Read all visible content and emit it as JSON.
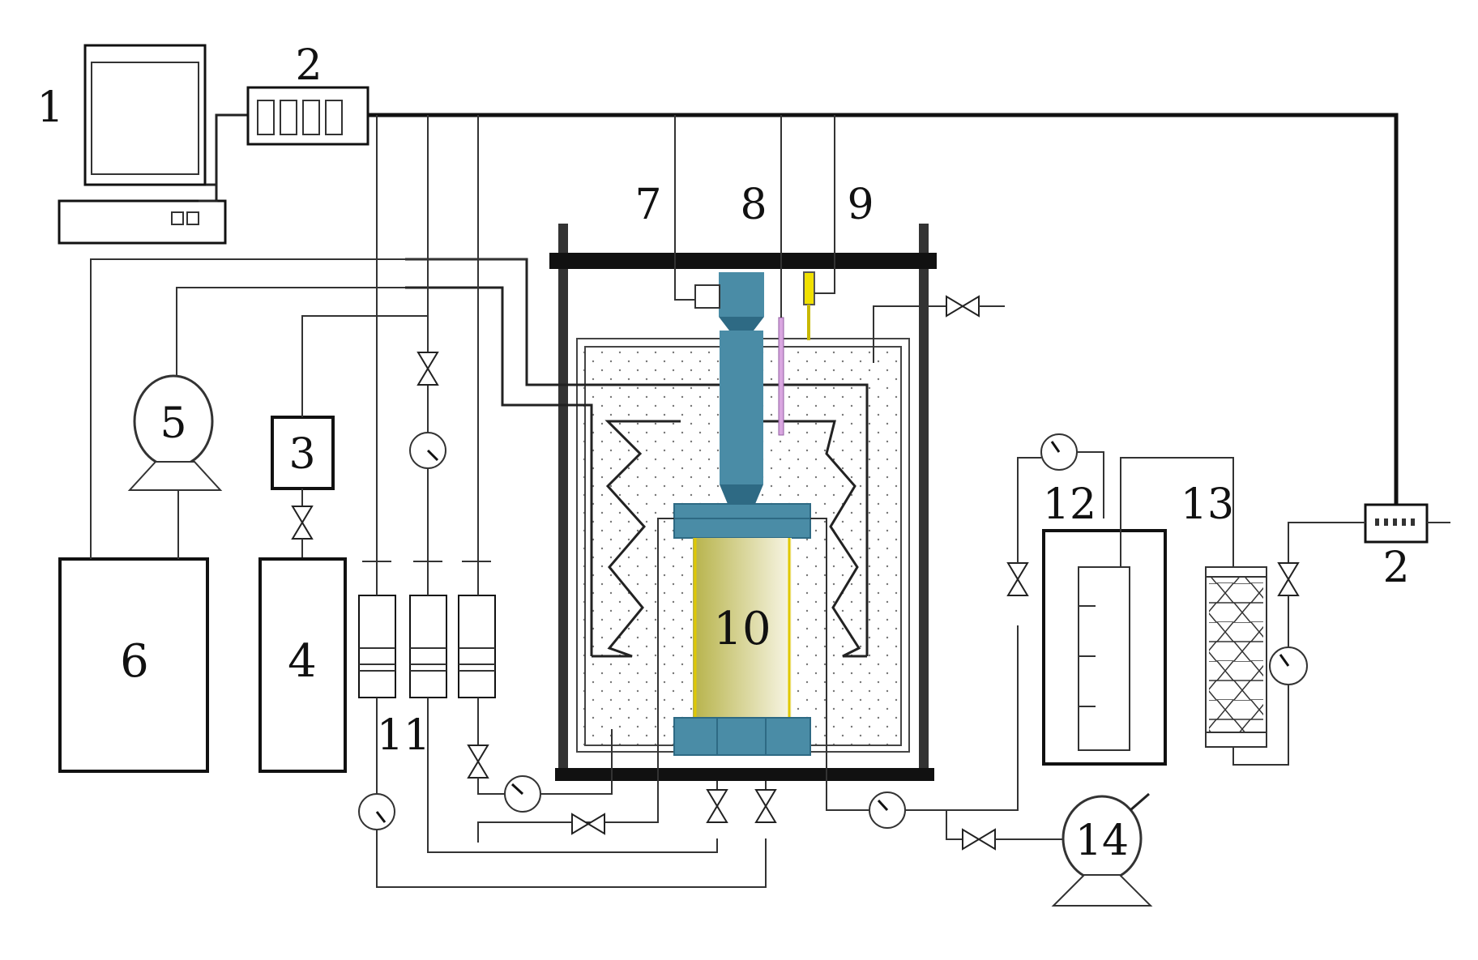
{
  "labels": {
    "computer": "1",
    "acquisition_left": "2",
    "acquisition_right": "2",
    "box3": "3",
    "box4": "4",
    "pump5": "5",
    "box6": "6",
    "sensor7": "7",
    "sensor8": "8",
    "sensor9": "9",
    "specimen10": "10",
    "cylinders11": "11",
    "cylinder12": "12",
    "filter13": "13",
    "pump14": "14"
  },
  "colors": {
    "piston": "#4a8ca6",
    "piston_dark": "#2e6a84",
    "specimen_light": "#f8f6e6",
    "specimen_dark": "#b7b34a",
    "sensor_yellow": "#f0e000",
    "rod_pink": "#d9a6e0",
    "frame_dark": "#333333",
    "cover_black": "#111111"
  }
}
